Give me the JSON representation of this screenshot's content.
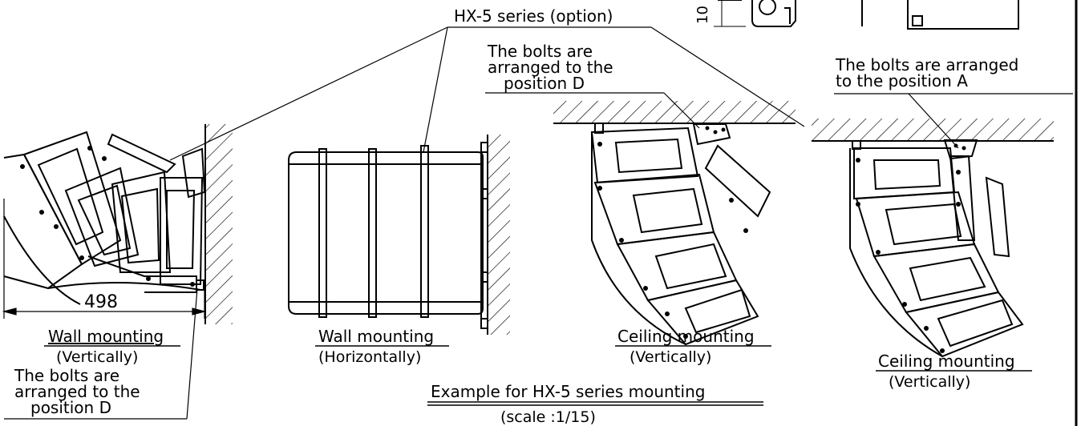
{
  "callout_top": "HX-5 series (option)",
  "dim_top_left": "10",
  "dim_width": "498",
  "notes": {
    "bolts_d_top_line1": "The bolts are",
    "bolts_d_top_line2": "arranged to the",
    "bolts_d_top_line3": "position D",
    "bolts_a_line1": "The bolts are arranged",
    "bolts_a_line2": "to the position A",
    "bolts_d_bottom_line1": "The bolts are",
    "bolts_d_bottom_line2": "arranged to the",
    "bolts_d_bottom_line3": "position D"
  },
  "captions": {
    "wall_vertical_title": "Wall mounting",
    "wall_vertical_sub": "(Vertically)",
    "wall_horizontal_title": "Wall mounting",
    "wall_horizontal_sub": "(Horizontally)",
    "ceiling_mid_title": "Ceiling mounting",
    "ceiling_mid_sub": "(Vertically)",
    "ceiling_right_title": "Ceiling mounting",
    "ceiling_right_sub": "(Vertically)",
    "example_title": "Example for HX-5 series mounting",
    "scale": "(scale :1/15)"
  }
}
